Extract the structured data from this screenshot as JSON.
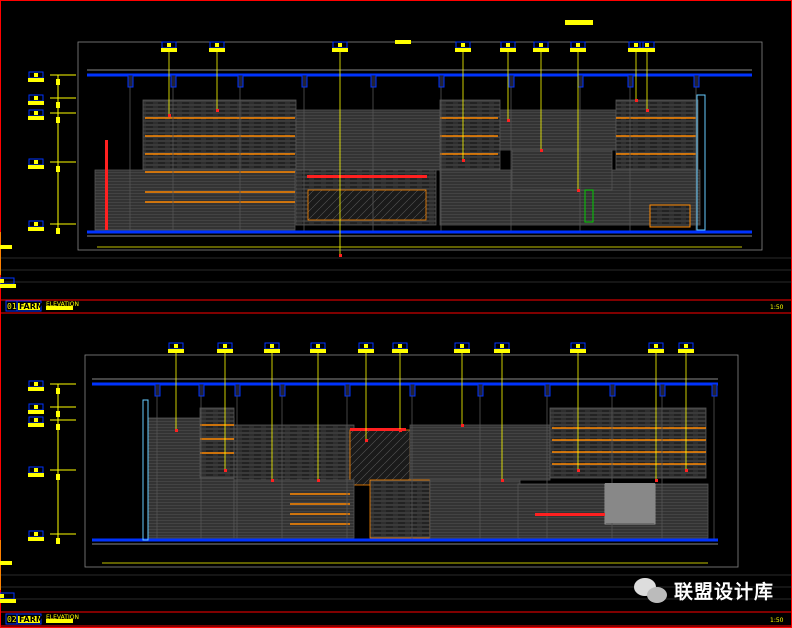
{
  "drawing": {
    "colors": {
      "background": "#000000",
      "frame": "#ff0000",
      "dimension": "#ffff00",
      "ceiling": "#0033ff",
      "panel": "#3a3a3a",
      "trim": "#ff8800",
      "accent": "#ff2020"
    },
    "views": [
      {
        "number": "01",
        "title": "FARM",
        "subtitle": "ELEVATION",
        "scale": "1:50"
      },
      {
        "number": "02",
        "title": "FARM",
        "subtitle": "ELEVATION",
        "scale": "1:50"
      }
    ]
  },
  "watermark": {
    "text": "联盟设计库",
    "icon": "wechat-icon"
  }
}
